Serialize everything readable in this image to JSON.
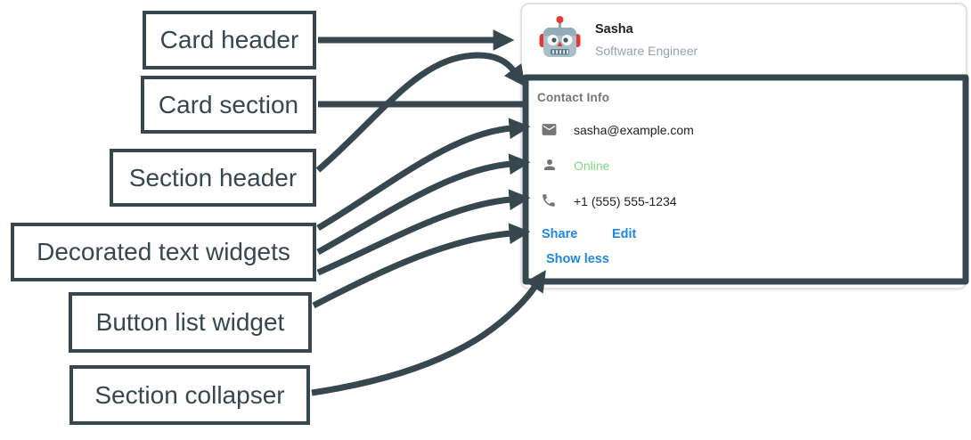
{
  "diagram": {
    "labels": [
      {
        "id": "card-header",
        "text": "Card header"
      },
      {
        "id": "card-section",
        "text": "Card section"
      },
      {
        "id": "section-header",
        "text": "Section header"
      },
      {
        "id": "decorated-text",
        "text": "Decorated text widgets"
      },
      {
        "id": "button-list",
        "text": "Button list widget"
      },
      {
        "id": "collapser",
        "text": "Section collapser"
      }
    ]
  },
  "card": {
    "header": {
      "avatar_icon": "robot-avatar-icon",
      "name": "Sasha",
      "role": "Software Engineer"
    },
    "section": {
      "header": "Contact Info",
      "rows": [
        {
          "icon": "email-icon",
          "text": "sasha@example.com"
        },
        {
          "icon": "person-icon",
          "text": "Online"
        },
        {
          "icon": "phone-icon",
          "text": "+1 (555) 555-1234"
        }
      ],
      "buttons": [
        {
          "label": "Share"
        },
        {
          "label": "Edit"
        }
      ],
      "collapser_label": "Show less"
    }
  },
  "colors": {
    "annotation_dark": "#37474F",
    "link_blue": "#1E88E5",
    "online_green": "#7ED684",
    "muted_gray": "#757575",
    "card_border": "#E1E3E6",
    "avatar_red": "#E53935",
    "avatar_gray": "#AABFC9"
  }
}
